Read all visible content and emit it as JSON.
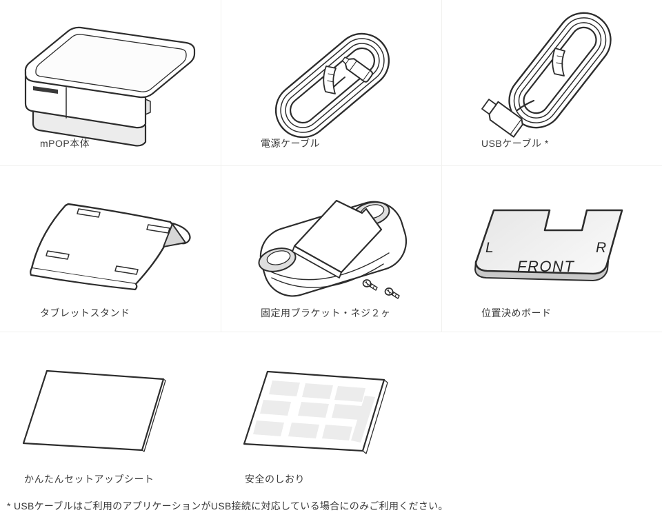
{
  "items": [
    {
      "name": "mpop-unit",
      "label": "mPOP本体"
    },
    {
      "name": "power-cable",
      "label": "電源ケーブル"
    },
    {
      "name": "usb-cable",
      "label": "USBケーブル *"
    },
    {
      "name": "tablet-stand",
      "label": "タブレットスタンド"
    },
    {
      "name": "bracket-screws",
      "label": "固定用ブラケット・ネジ２ヶ"
    },
    {
      "name": "positioning-board",
      "label": "位置決めボード"
    },
    {
      "name": "setup-sheet",
      "label": "かんたんセットアップシート"
    },
    {
      "name": "safety-booklet",
      "label": "安全のしおり"
    }
  ],
  "board_labels": {
    "left": "L",
    "right": "R",
    "front": "FRONT"
  },
  "footnote": "* USBケーブルはご利用のアプリケーションがUSB接続に対応している場合にのみご利用ください。",
  "colors": {
    "line_art": "#2d2d2d",
    "label_text": "#3b3b3b",
    "grid_border": "#f1f1ef",
    "shading": "#ececec",
    "slot_dark": "#3a3a3a"
  }
}
